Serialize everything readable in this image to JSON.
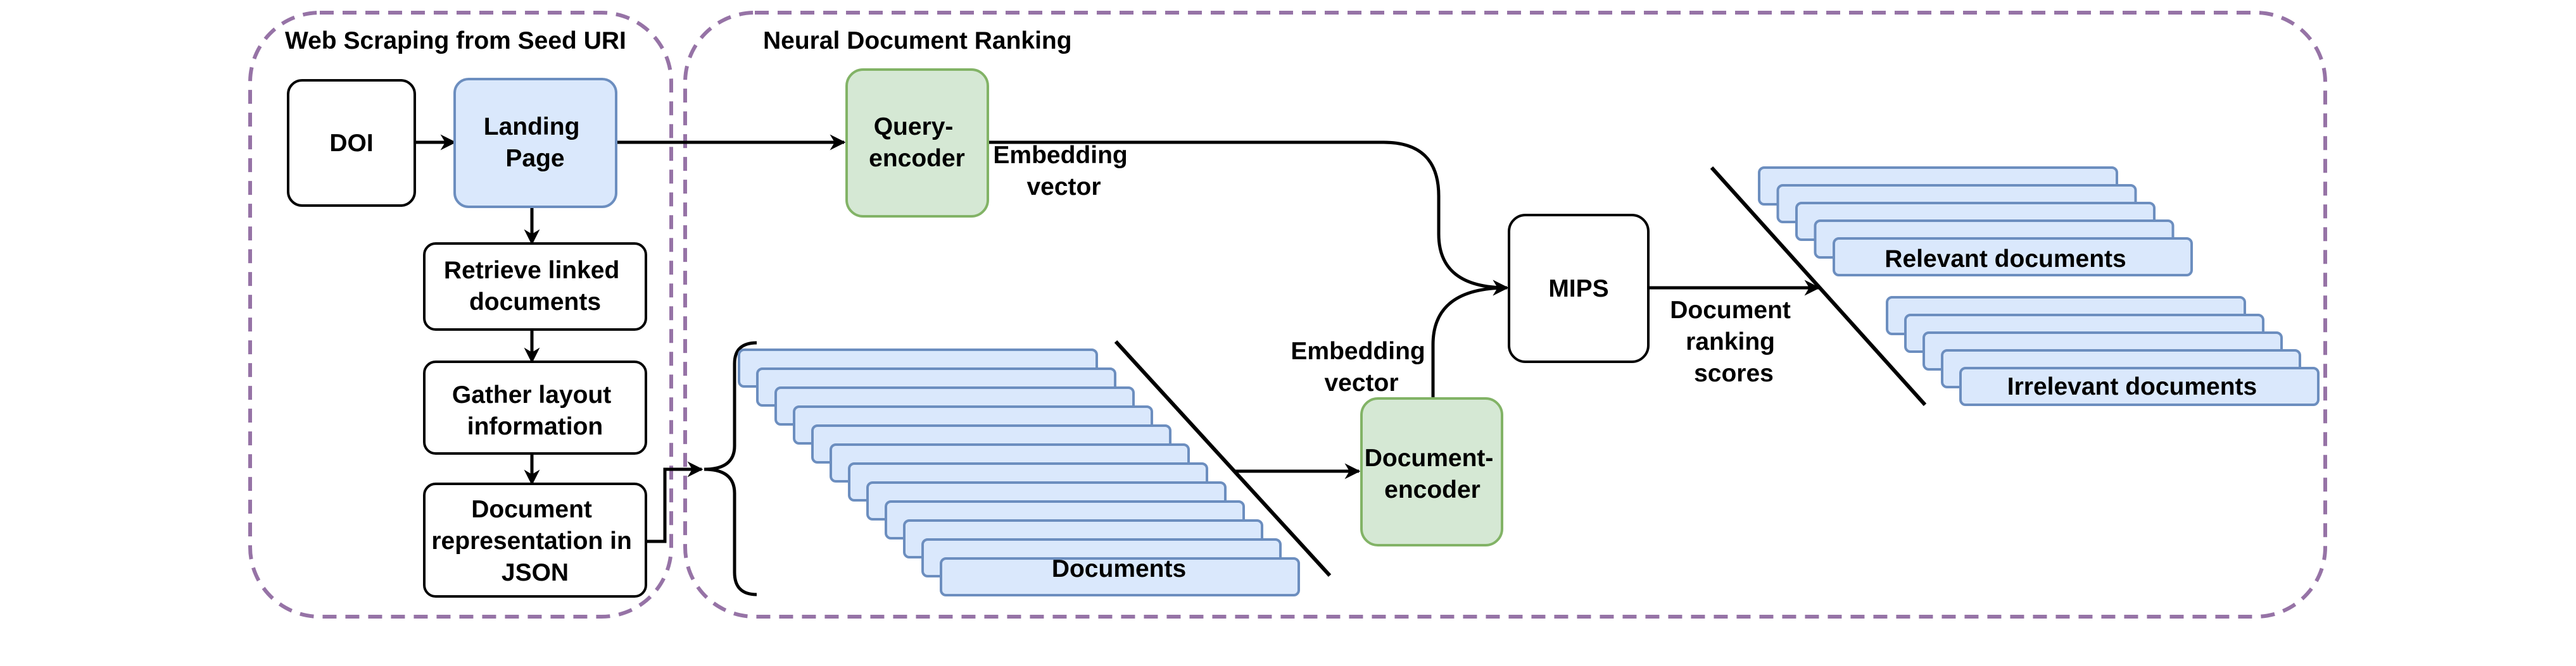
{
  "groups": {
    "scraping": "Web Scraping from Seed URI",
    "ranking": "Neural Document Ranking"
  },
  "nodes": {
    "doi": "DOI",
    "landing_page": [
      "Landing",
      "Page"
    ],
    "retrieve": [
      "Retrieve linked",
      "documents"
    ],
    "gather": [
      "Gather layout",
      "information"
    ],
    "representation": [
      "Document",
      "representation in",
      "JSON"
    ],
    "query_encoder": [
      "Query-",
      "encoder"
    ],
    "document_encoder": [
      "Document-",
      "encoder"
    ],
    "mips": "MIPS",
    "documents": "Documents",
    "relevant": "Relevant documents",
    "irrelevant": "Irrelevant documents"
  },
  "edge_labels": {
    "embedding_top": [
      "Embedding",
      "vector"
    ],
    "embedding_bottom": [
      "Embedding",
      "vector"
    ],
    "ranking_scores": [
      "Document",
      "ranking",
      "scores"
    ]
  },
  "colors": {
    "group_border": "#9673a6",
    "blue_fill": "#dae8fc",
    "blue_stroke": "#6c8ebf",
    "green_fill": "#d5e8d4",
    "green_stroke": "#82b366",
    "box_stroke": "#000000"
  }
}
